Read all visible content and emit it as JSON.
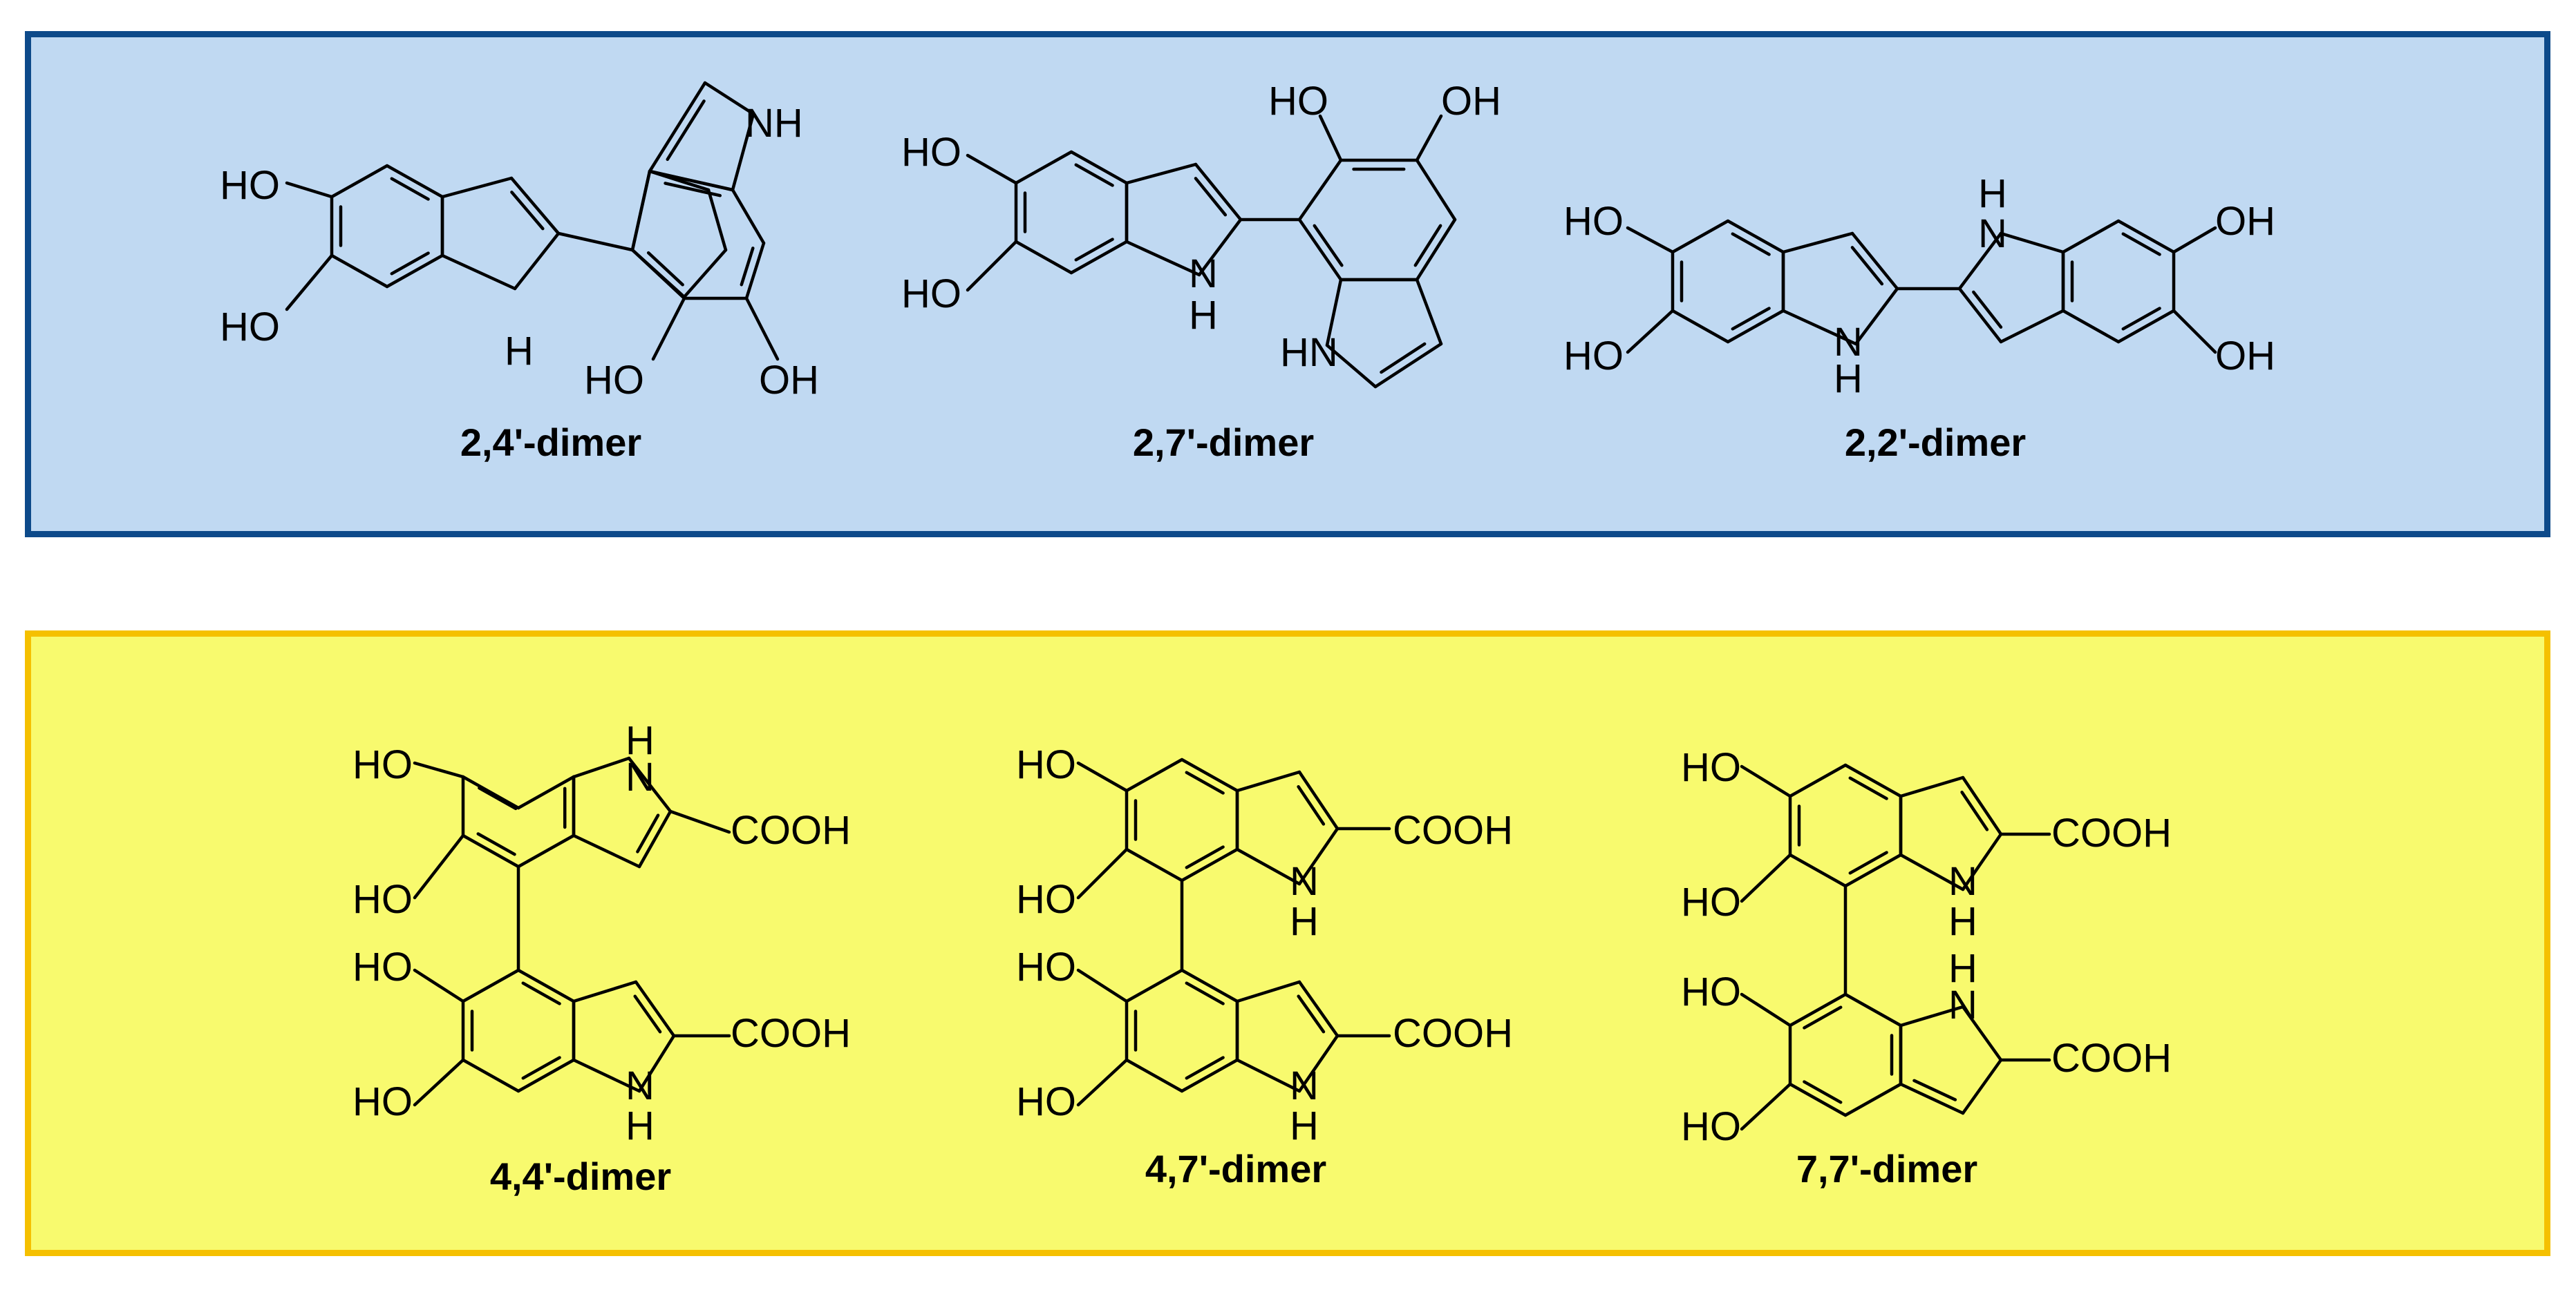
{
  "colors": {
    "top_panel_fill": "#c0d9f2",
    "top_panel_border": "#0d4a8a",
    "bottom_panel_fill": "#f8fa6e",
    "bottom_panel_border": "#f5c000",
    "ink": "#000000"
  },
  "top_panel": {
    "structures": [
      {
        "caption": "2,4'-dimer",
        "labels": [
          "HO",
          "HO",
          "H",
          "NH",
          "HO",
          "OH"
        ]
      },
      {
        "caption": "2,7'-dimer",
        "labels": [
          "HO",
          "HO",
          "HO",
          "OH",
          "N",
          "H",
          "HN"
        ]
      },
      {
        "caption": "2,2'-dimer",
        "labels": [
          "HO",
          "HO",
          "N",
          "H",
          "H",
          "N",
          "OH",
          "OH"
        ]
      }
    ]
  },
  "bottom_panel": {
    "structures": [
      {
        "caption": "4,4'-dimer",
        "labels": [
          "HO",
          "HO",
          "HO",
          "HO",
          "H",
          "N",
          "COOH",
          "N",
          "H",
          "COOH"
        ]
      },
      {
        "caption": "4,7'-dimer",
        "labels": [
          "HO",
          "HO",
          "HO",
          "HO",
          "COOH",
          "N",
          "H",
          "COOH",
          "N",
          "H"
        ]
      },
      {
        "caption": "7,7'-dimer",
        "labels": [
          "HO",
          "HO",
          "HO",
          "HO",
          "COOH",
          "N",
          "H",
          "H",
          "N",
          "COOH"
        ]
      }
    ]
  }
}
